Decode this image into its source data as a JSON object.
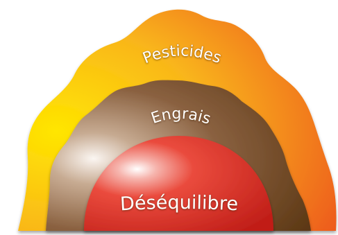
{
  "diagram": {
    "layers": [
      {
        "label": "Pesticides",
        "role": "outer",
        "colors": {
          "light": "#ffe000",
          "mid": "#f7a21b",
          "dark": "#ee5a1e"
        }
      },
      {
        "label": "Engrais",
        "role": "middle",
        "colors": {
          "light": "#f7eee8",
          "mid": "#9a7252",
          "dark": "#5e3a16"
        }
      },
      {
        "label": "Déséquilibre",
        "role": "core",
        "colors": {
          "light": "#ffffff",
          "mid": "#e8362e",
          "dark": "#b41d18"
        }
      }
    ]
  }
}
